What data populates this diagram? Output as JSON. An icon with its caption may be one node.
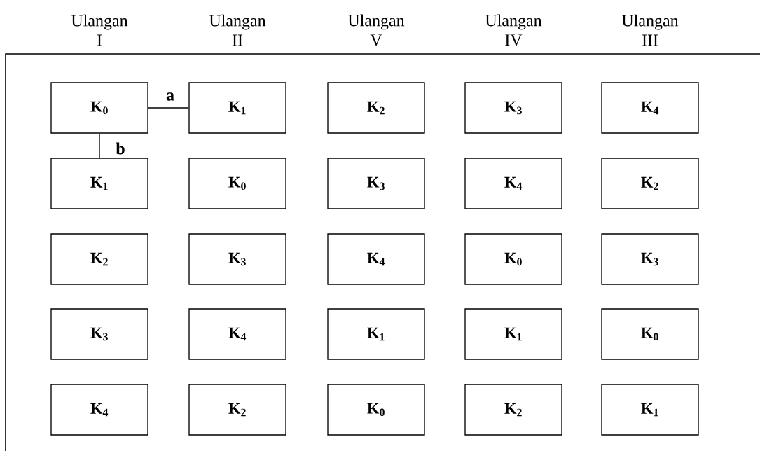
{
  "diagram": {
    "nodes": [
      {
        "text": [
          "K$_{0}$"
        ]
      },
      {
        "text": [
          "K$_{1}$"
        ]
      },
      {
        "text": [
          "K$_{2}$"
        ]
      },
      {
        "text": [
          "K$_{3}$"
        ]
      },
      {
        "text": [
          "K$_{4}$"
        ]
      },
      {
        "text": [
          "K$_{1}$"
        ]
      },
      {
        "text": [
          "K$_{0}$"
        ]
      },
      {
        "text": [
          "K$_{3}$"
        ]
      },
      {
        "text": [
          "K$_{4}$"
        ]
      },
      {
        "text": [
          "K$_{2}$"
        ]
      },
      {
        "text": [
          "K$_{2}$"
        ]
      },
      {
        "text": [
          "K$_{3}$"
        ]
      },
      {
        "text": [
          "K$_{4}$"
        ]
      },
      {
        "text": [
          "K$_{0}$"
        ]
      },
      {
        "text": [
          "K$_{3}$"
        ]
      },
      {
        "text": [
          "K$_{3}$"
        ]
      },
      {
        "text": [
          "K$_{4}$"
        ]
      },
      {
        "text": [
          "K$_{1}$"
        ]
      },
      {
        "text": [
          "K$_{1}$"
        ]
      },
      {
        "text": [
          "K$_{0}$"
        ]
      },
      {
        "text": [
          "K$_{4}$"
        ]
      },
      {
        "text": [
          "K$_{2}$"
        ]
      },
      {
        "text": [
          "K$_{0}$"
        ]
      },
      {
        "text": [
          "K$_{2}$"
        ]
      },
      {
        "text": [
          "K$_{1}$"
        ]
      }
    ],
    "edges": [
      {
        "from": 0,
        "to": 1,
        "arrow": "none",
        "label": "a"
      },
      {
        "from": 0,
        "to": 5,
        "arrow": "none",
        "label": "b"
      }
    ],
    "labels": [
      "Ulangan I",
      "Ulangan II",
      "Ulangan V",
      "Ulangan IV",
      "Ulangan III"
    ]
  }
}
